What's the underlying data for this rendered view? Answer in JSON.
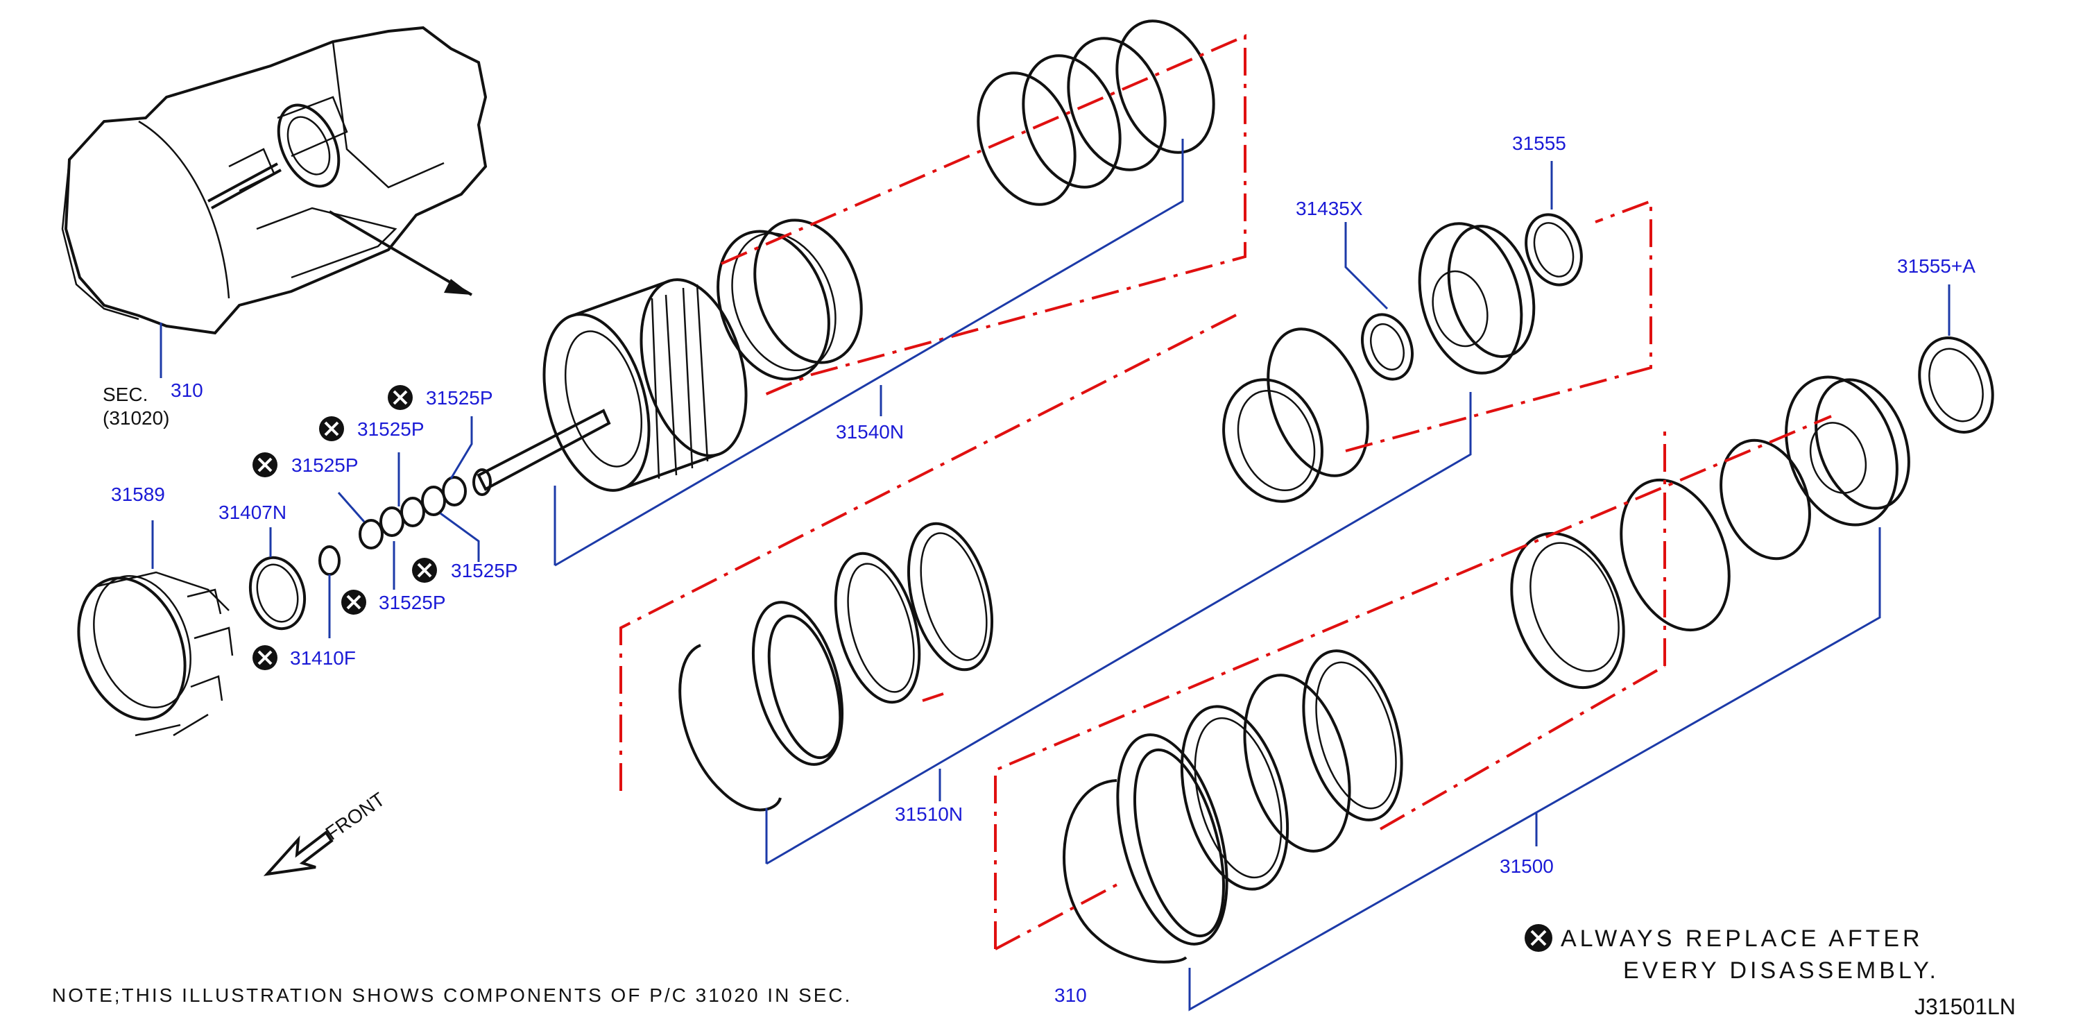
{
  "diagram_id": "J31501LN",
  "note": {
    "text": "NOTE;THIS ILLUSTRATION SHOWS COMPONENTS OF P/C 31020 IN SEC.",
    "ref": "310"
  },
  "legend": {
    "line1": "ALWAYS REPLACE AFTER",
    "line2": "EVERY DISASSEMBLY."
  },
  "front_label": "FRONT",
  "section": {
    "sec_label": "SEC.",
    "sec_ref": "310",
    "sec_sub": "(31020)"
  },
  "callouts": {
    "c31589": "31589",
    "c31407N": "31407N",
    "c31410F": "31410F",
    "c31525P_a": "31525P",
    "c31525P_b": "31525P",
    "c31525P_c": "31525P",
    "c31525P_d": "31525P",
    "c31525P_e": "31525P",
    "c31540N": "31540N",
    "c31510N": "31510N",
    "c31435X": "31435X",
    "c31555": "31555",
    "c31555A": "31555+A",
    "c31500": "31500"
  },
  "colors": {
    "callout_text": "#1a1ad6",
    "leader_line": "#1c3aa8",
    "group_outline": "#e01010",
    "drawing": "#111111"
  }
}
